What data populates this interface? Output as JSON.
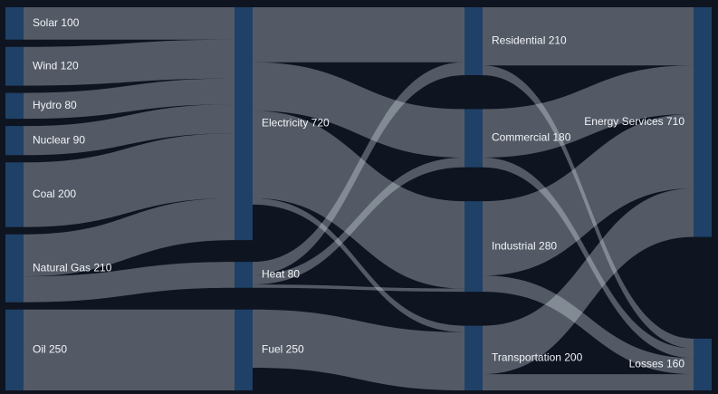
{
  "chart_data": {
    "type": "sankey",
    "title": "",
    "colors": {
      "background": "#0e1420",
      "node": "#1f4167",
      "link": "#e6eef8",
      "label": "#f2f4f7"
    },
    "nodes": [
      {
        "id": "solar",
        "name": "Solar",
        "value": 100,
        "label": "Solar 100",
        "column": 0
      },
      {
        "id": "wind",
        "name": "Wind",
        "value": 120,
        "label": "Wind 120",
        "column": 0
      },
      {
        "id": "hydro",
        "name": "Hydro",
        "value": 80,
        "label": "Hydro 80",
        "column": 0
      },
      {
        "id": "nuclear",
        "name": "Nuclear",
        "value": 90,
        "label": "Nuclear 90",
        "column": 0
      },
      {
        "id": "coal",
        "name": "Coal",
        "value": 200,
        "label": "Coal 200",
        "column": 0
      },
      {
        "id": "natural_gas",
        "name": "Natural Gas",
        "value": 210,
        "label": "Natural Gas 210",
        "column": 0
      },
      {
        "id": "oil",
        "name": "Oil",
        "value": 250,
        "label": "Oil 250",
        "column": 0
      },
      {
        "id": "electricity",
        "name": "Electricity",
        "value": 720,
        "label": "Electricity 720",
        "column": 1
      },
      {
        "id": "heat",
        "name": "Heat",
        "value": 80,
        "label": "Heat 80",
        "column": 1
      },
      {
        "id": "fuel",
        "name": "Fuel",
        "value": 250,
        "label": "Fuel 250",
        "column": 1
      },
      {
        "id": "residential",
        "name": "Residential",
        "value": 210,
        "label": "Residential 210",
        "column": 2
      },
      {
        "id": "commercial",
        "name": "Commercial",
        "value": 180,
        "label": "Commercial 180",
        "column": 2
      },
      {
        "id": "industrial",
        "name": "Industrial",
        "value": 280,
        "label": "Industrial 280",
        "column": 2
      },
      {
        "id": "transportation",
        "name": "Transportation",
        "value": 200,
        "label": "Transportation 200",
        "column": 2
      },
      {
        "id": "energy_services",
        "name": "Energy Services",
        "value": 710,
        "label": "Energy Services 710",
        "column": 3
      },
      {
        "id": "losses",
        "name": "Losses",
        "value": 160,
        "label": "Losses 160",
        "column": 3
      }
    ],
    "links": [
      {
        "source": "solar",
        "target": "electricity",
        "value": 100
      },
      {
        "source": "wind",
        "target": "electricity",
        "value": 120
      },
      {
        "source": "hydro",
        "target": "electricity",
        "value": 80
      },
      {
        "source": "nuclear",
        "target": "electricity",
        "value": 90
      },
      {
        "source": "coal",
        "target": "electricity",
        "value": 200
      },
      {
        "source": "natural_gas",
        "target": "electricity",
        "value": 130
      },
      {
        "source": "natural_gas",
        "target": "heat",
        "value": 80
      },
      {
        "source": "oil",
        "target": "fuel",
        "value": 250
      },
      {
        "source": "electricity",
        "target": "residential",
        "value": 170
      },
      {
        "source": "electricity",
        "target": "commercial",
        "value": 150
      },
      {
        "source": "electricity",
        "target": "industrial",
        "value": 270
      },
      {
        "source": "electricity",
        "target": "transportation",
        "value": 20
      },
      {
        "source": "heat",
        "target": "residential",
        "value": 40
      },
      {
        "source": "heat",
        "target": "commercial",
        "value": 30
      },
      {
        "source": "heat",
        "target": "industrial",
        "value": 10
      },
      {
        "source": "fuel",
        "target": "transportation",
        "value": 180
      },
      {
        "source": "residential",
        "target": "energy_services",
        "value": 180
      },
      {
        "source": "residential",
        "target": "losses",
        "value": 30
      },
      {
        "source": "commercial",
        "target": "energy_services",
        "value": 150
      },
      {
        "source": "commercial",
        "target": "losses",
        "value": 30
      },
      {
        "source": "industrial",
        "target": "energy_services",
        "value": 230
      },
      {
        "source": "industrial",
        "target": "losses",
        "value": 50
      },
      {
        "source": "transportation",
        "target": "energy_services",
        "value": 150
      },
      {
        "source": "transportation",
        "target": "losses",
        "value": 50
      }
    ]
  }
}
